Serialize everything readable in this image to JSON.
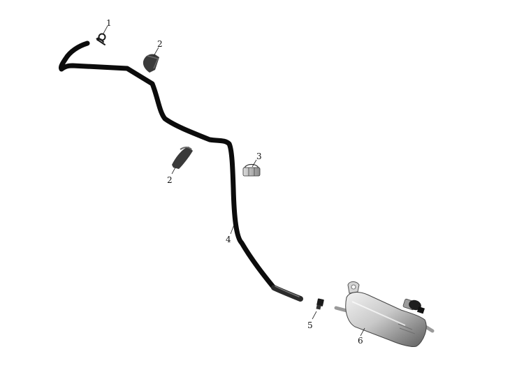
{
  "callouts": [
    {
      "id": "1",
      "label": "1",
      "part": "hose-clamp-small"
    },
    {
      "id": "2a",
      "label": "2",
      "part": "hose-clip-upper"
    },
    {
      "id": "2b",
      "label": "2",
      "part": "hose-clip-lower"
    },
    {
      "id": "3",
      "label": "3",
      "part": "spring-clip"
    },
    {
      "id": "4",
      "label": "4",
      "part": "overflow-hose"
    },
    {
      "id": "5",
      "label": "5",
      "part": "hose-connector"
    },
    {
      "id": "6",
      "label": "6",
      "part": "coolant-reservoir-tank"
    }
  ],
  "colors": {
    "hose": "#0c0c0c",
    "clip": "#3a3a3a",
    "metal_light": "#e2e2e2",
    "metal_dark": "#777777",
    "text": "#111111"
  }
}
